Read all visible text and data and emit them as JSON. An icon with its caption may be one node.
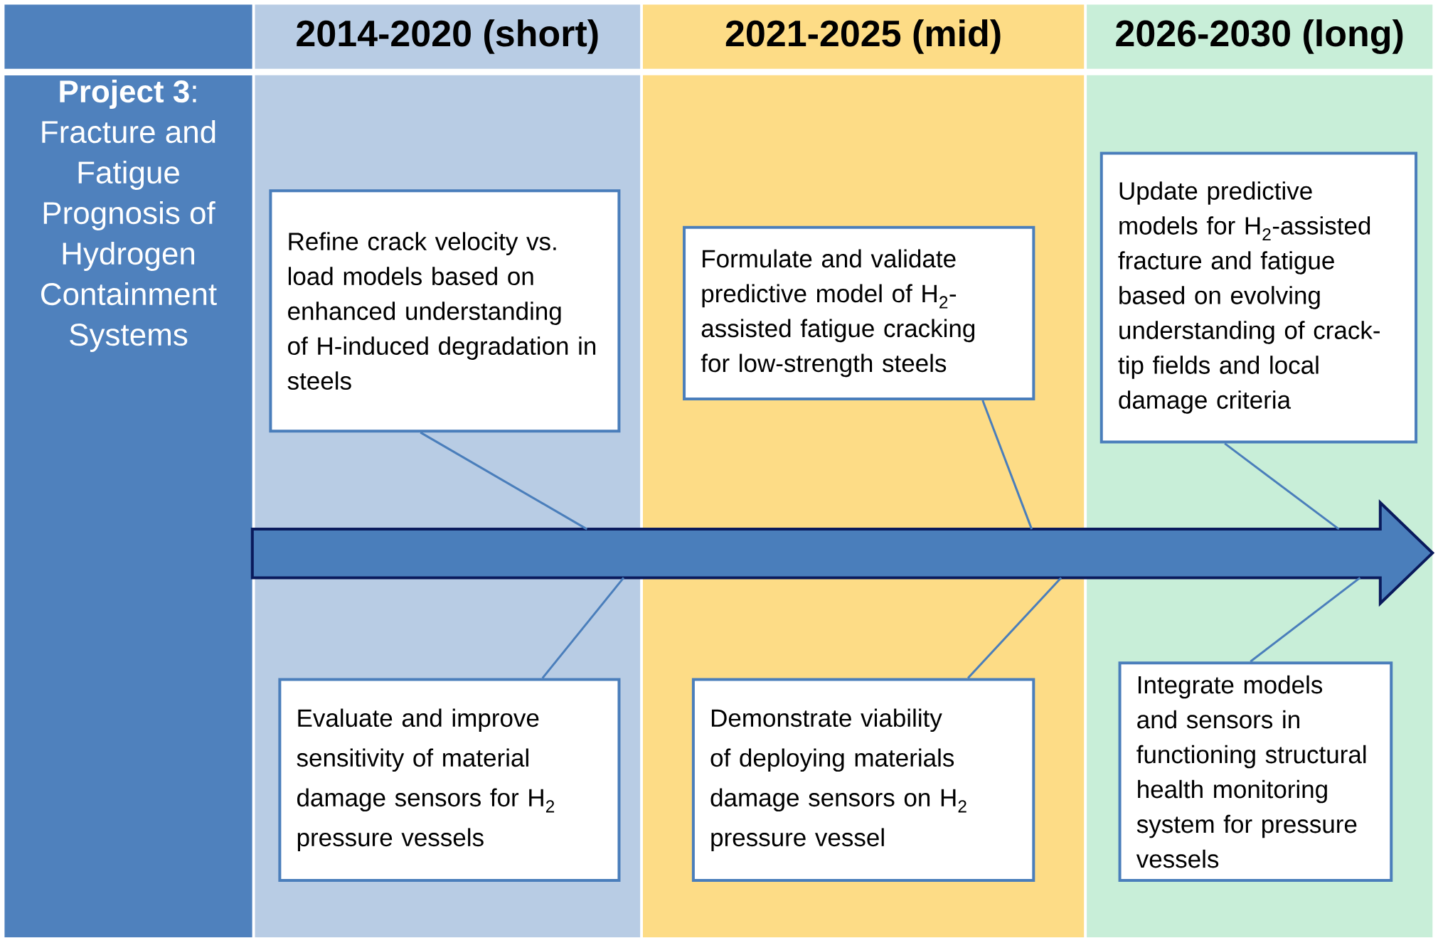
{
  "diagram": {
    "nodes": [
      {
        "text": [
          "2014-2020 (short)"
        ]
      },
      {
        "text": [
          "2021-2025 (mid)"
        ]
      },
      {
        "text": [
          "2026-2030 (long)"
        ]
      },
      {
        "text": [
          "**Project 3**: Fracture and Fatigue Prognosis of Hydrogen Containment Systems"
        ]
      },
      {
        "text": [
          "Refine crack velocity vs. load models based on enhanced understanding of H-induced degradation in steels"
        ]
      },
      {
        "text": [
          "Formulate and validate predictive model of H$_{2}$-assisted fatigue cracking for low-strength steels"
        ]
      },
      {
        "text": [
          "Update predictive models for H$_{2}$-assisted fracture and fatigue based on evolving understanding of crack-tip fields and local damage criteria"
        ]
      },
      {
        "text": [
          "Evaluate and improve sensitivity of material damage sensors for H$_{2}$ pressure vessels"
        ]
      },
      {
        "text": [
          "Demonstrate viability of deploying materials damage sensors on H$_{2}$ pressure vessel"
        ]
      },
      {
        "text": [
          "Integrate models and sensors in functioning structural health monitoring system for pressure vessels"
        ]
      }
    ],
    "edges": [
      {
        "from": 3,
        "to": null,
        "arrow": "to",
        "style": "thick"
      },
      {
        "from": 4,
        "to": null,
        "arrow": "none"
      },
      {
        "from": 5,
        "to": null,
        "arrow": "none"
      },
      {
        "from": 6,
        "to": null,
        "arrow": "none"
      },
      {
        "from": 7,
        "to": null,
        "arrow": "none"
      },
      {
        "from": 8,
        "to": null,
        "arrow": "none"
      },
      {
        "from": 9,
        "to": null,
        "arrow": "none"
      }
    ]
  }
}
